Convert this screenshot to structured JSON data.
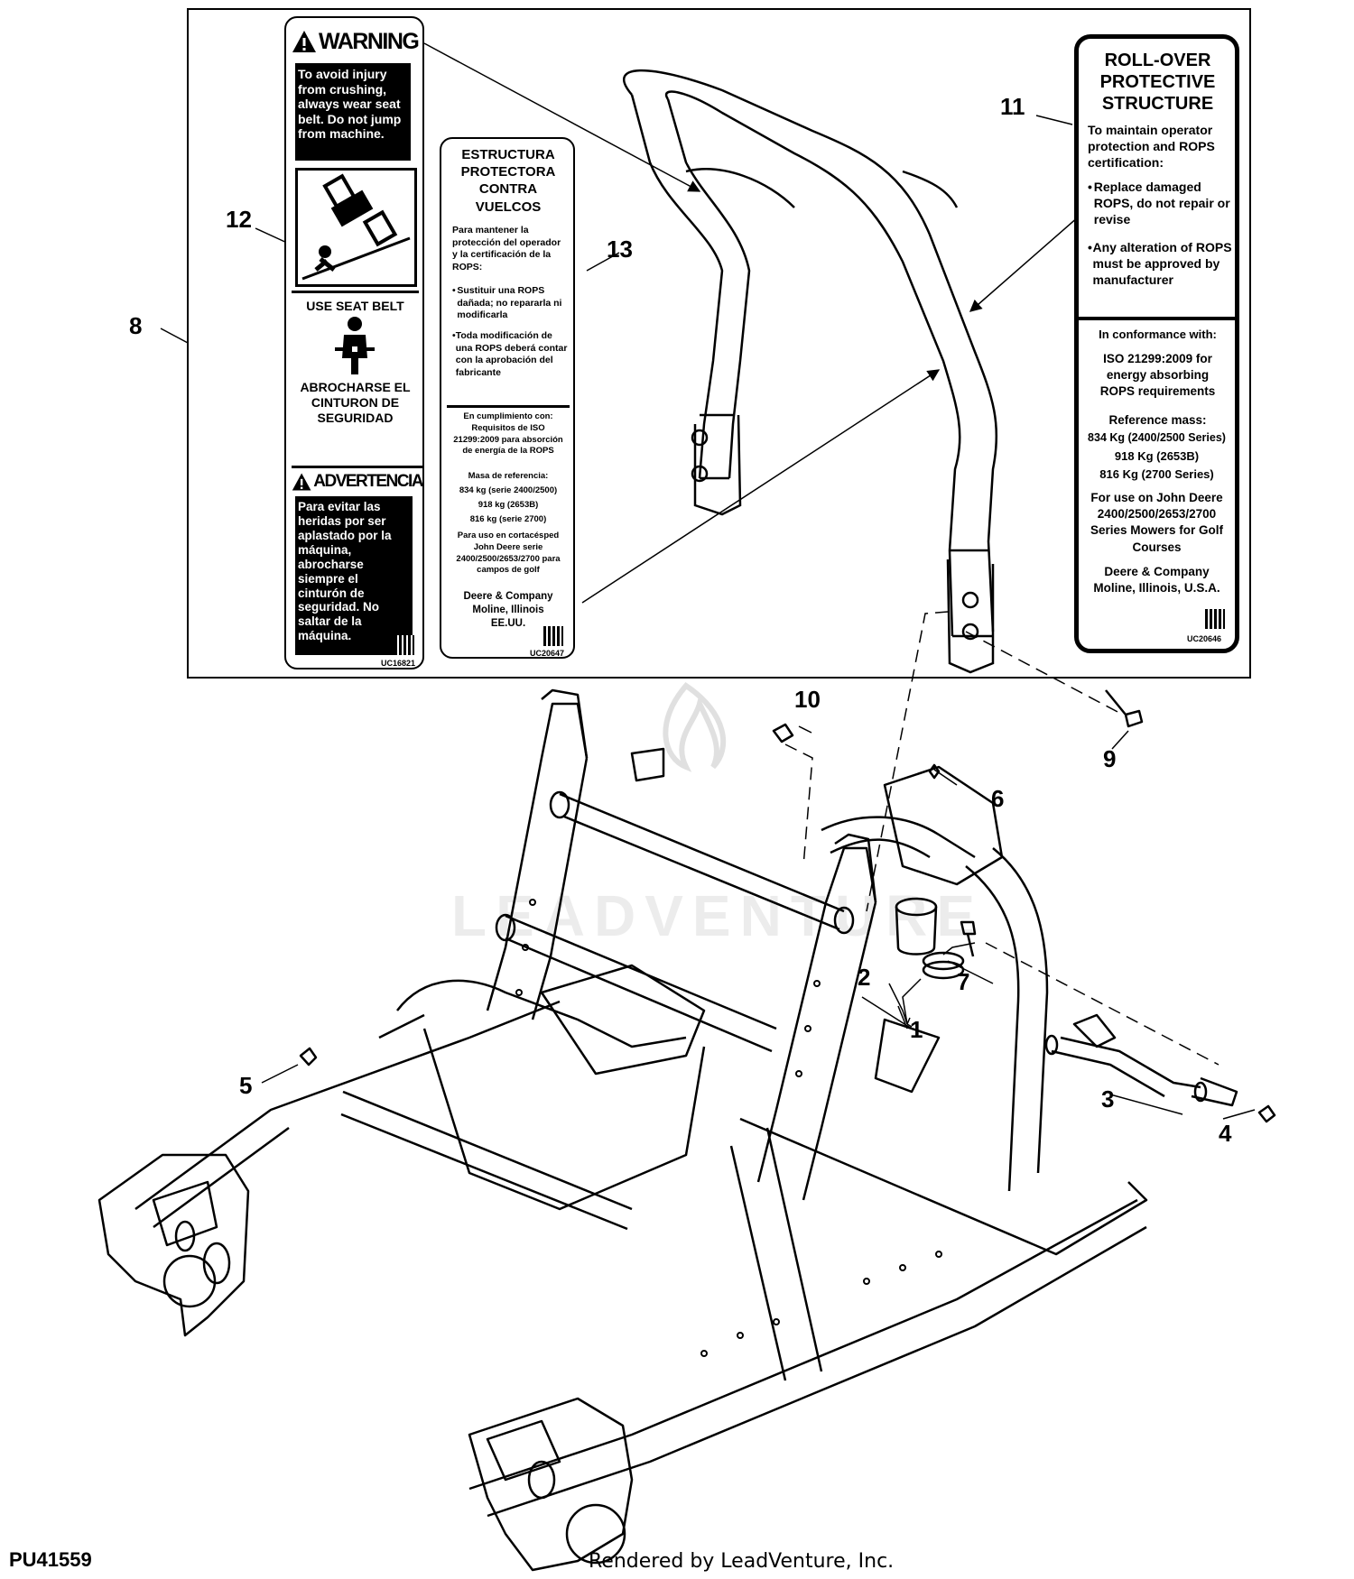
{
  "callouts": [
    "1",
    "2",
    "3",
    "4",
    "5",
    "6",
    "7",
    "8",
    "9",
    "10",
    "11",
    "12",
    "13"
  ],
  "figure_id": "PU41559",
  "footer": "Rendered by LeadVenture, Inc.",
  "watermark": "LEADVENTURE",
  "label_12": {
    "warning_heading": "WARNING",
    "warning_text": "To avoid injury from crushing, always wear seat belt. Do not jump from machine.",
    "seatbelt_en": "USE SEAT BELT",
    "seatbelt_es": "ABROCHARSE EL CINTURON DE SEGURIDAD",
    "advertencia_heading": "ADVERTENCIA",
    "advertencia_text": "Para evitar las heridas por ser aplastado por la máquina, abrocharse siempre el cinturón de seguridad. No saltar de la máquina.",
    "code": "UC16821"
  },
  "label_13": {
    "title": "ESTRUCTURA PROTECTORA CONTRA VUELCOS",
    "intro": "Para mantener la protección del operador y la certificación de la ROPS:",
    "bullet1": "Sustituir una ROPS dañada; no repararla ni modificarla",
    "bullet2": "Toda modificación de una ROPS deberá contar con la aprobación del fabricante",
    "conformance": "En cumplimiento con: Requisitos de ISO 21299:2009 para absorción de energía de la ROPS",
    "mass_heading": "Masa de referencia:",
    "mass1": "834 kg (serie 2400/2500)",
    "mass2": "918 kg (2653B)",
    "mass3": "816 kg (serie 2700)",
    "use": "Para uso en cortacésped John Deere serie 2400/2500/2653/2700 para campos de golf",
    "company": "Deere & Company Moline, Illinois EE.UU.",
    "code": "UC20647"
  },
  "label_11": {
    "title": "ROLL-OVER PROTECTIVE STRUCTURE",
    "intro": "To maintain operator protection and ROPS certification:",
    "bullet1": "Replace damaged ROPS, do not repair or revise",
    "bullet2": "Any alteration of ROPS must be approved by manufacturer",
    "conformance_heading": "In conformance with:",
    "conformance": "ISO 21299:2009 for energy absorbing ROPS requirements",
    "mass_heading": "Reference mass:",
    "mass1": "834 Kg (2400/2500 Series)",
    "mass2": "918 Kg (2653B)",
    "mass3": "816 Kg (2700 Series)",
    "use": "For use on John Deere 2400/2500/2653/2700 Series Mowers for Golf Courses",
    "company": "Deere & Company Moline, Illinois, U.S.A.",
    "code": "UC20646"
  }
}
